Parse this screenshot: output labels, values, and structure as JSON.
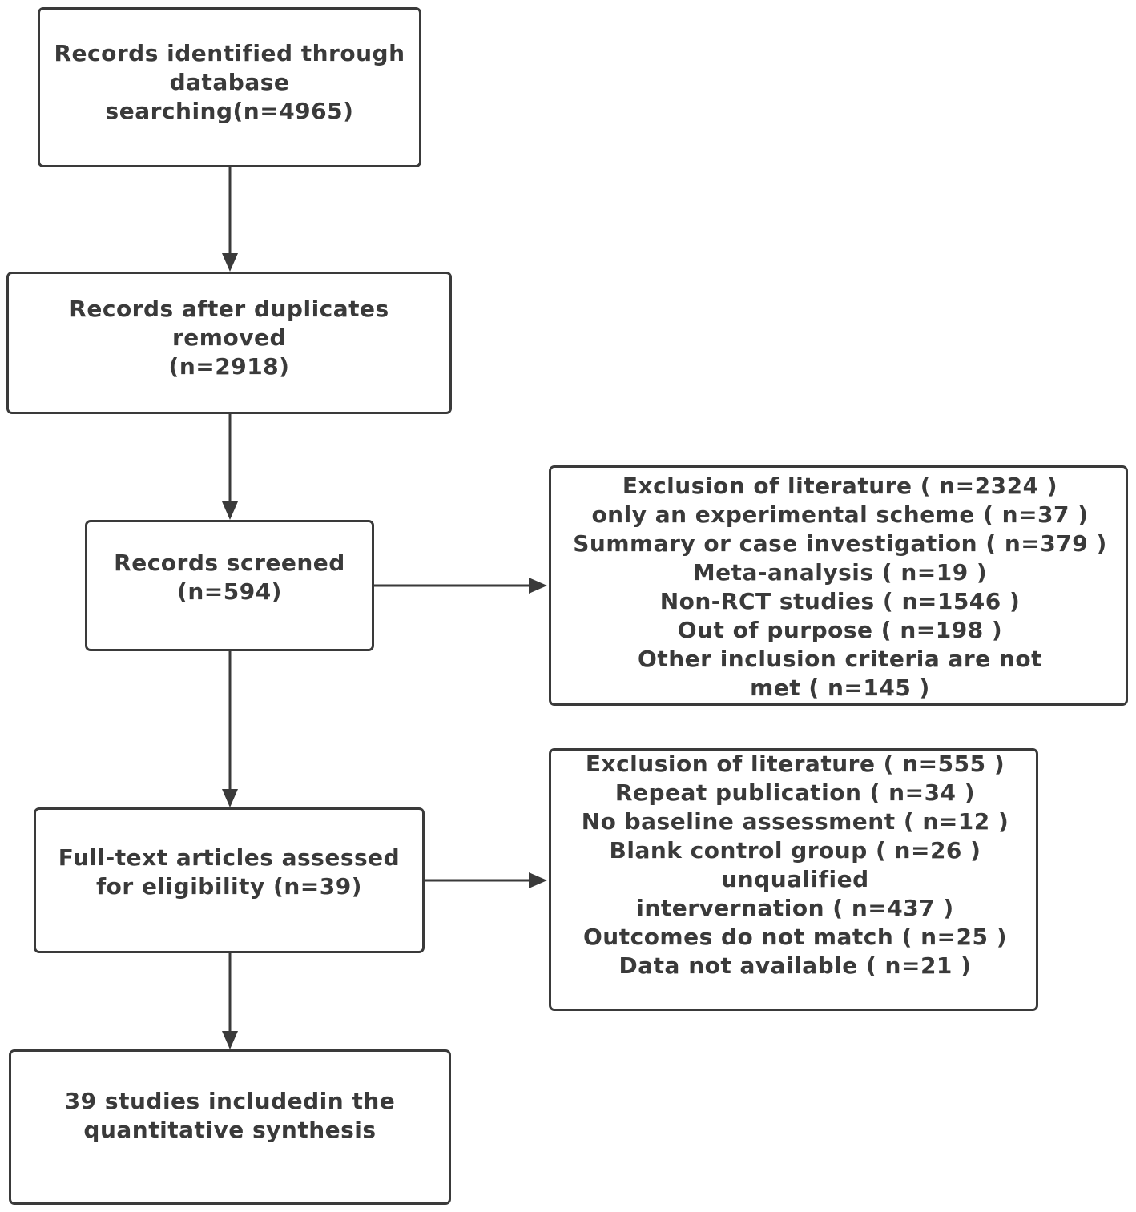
{
  "flowchart": {
    "identified": {
      "lines": [
        "Records identified through",
        "database",
        "searching(n=4965)"
      ]
    },
    "deduplicated": {
      "lines": [
        "Records after duplicates",
        "removed",
        "(n=2918)"
      ]
    },
    "screened": {
      "lines": [
        "Records screened",
        "(n=594)"
      ]
    },
    "full_text": {
      "lines": [
        "Full-text articles assessed",
        "for eligibility (n=39)"
      ]
    },
    "included": {
      "lines": [
        "39 studies includedin the",
        "quantitative synthesis"
      ]
    },
    "exclusion_screening": {
      "lines": [
        "Exclusion of literature ( n=2324 )",
        "only an experimental scheme ( n=37 )",
        "Summary or case investigation ( n=379 )",
        "Meta-analysis ( n=19 )",
        "Non-RCT studies ( n=1546 )",
        "Out of purpose ( n=198 )",
        "Other inclusion criteria are not",
        "met ( n=145 )"
      ]
    },
    "exclusion_full_text": {
      "lines": [
        "Exclusion of literature ( n=555 )",
        "Repeat publication ( n=34 )",
        "No baseline assessment ( n=12 )",
        "Blank control group ( n=26 )",
        "unqualified",
        "intervernation ( n=437 )",
        "Outcomes do not match ( n=25 )",
        "Data not available ( n=21 )"
      ]
    }
  },
  "colors": {
    "line": "#3a3a3a",
    "text": "#3a3a3a",
    "background": "#ffffff"
  }
}
